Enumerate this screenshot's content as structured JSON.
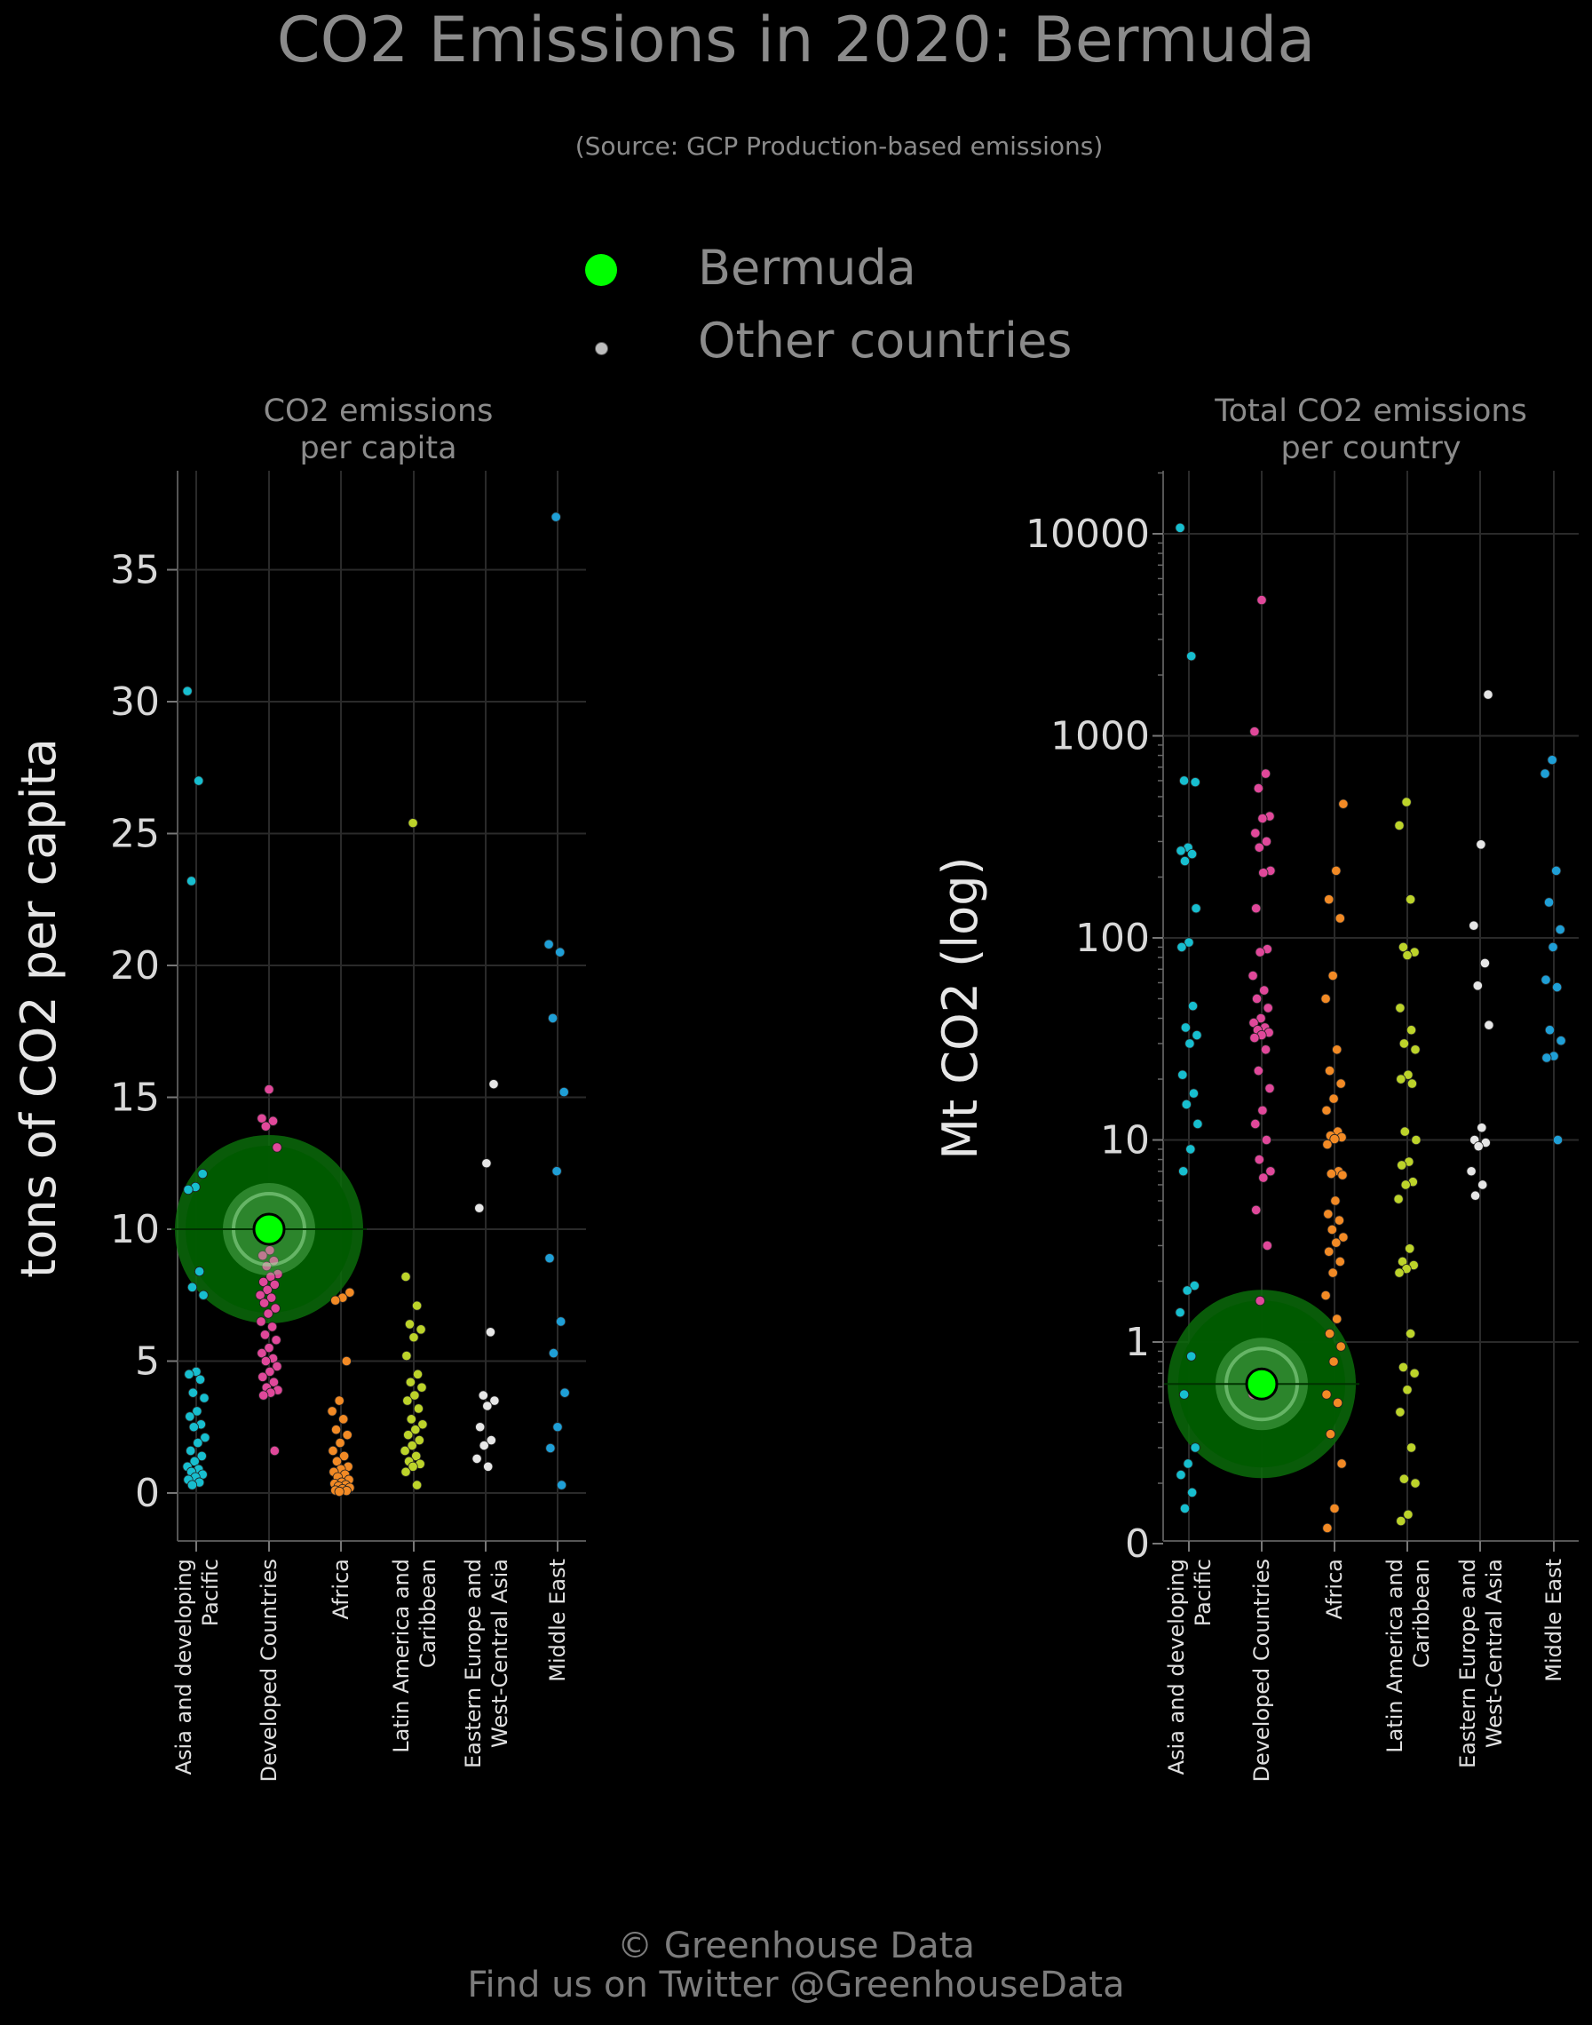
{
  "title": "CO2 Emissions in 2020: Bermuda",
  "subtitle": "(Source: GCP Production-based emissions)",
  "legend": {
    "highlight_label": "Bermuda",
    "others_label": "Other countries",
    "highlight_color": "#00ff00",
    "others_color": "#bdbdbd"
  },
  "footer": {
    "line1": "© Greenhouse Data",
    "line2": "Find us on Twitter @GreenhouseData"
  },
  "colors": {
    "Asia and developing Pacific": "#17becf",
    "Developed Countries": "#e0489a",
    "Africa": "#f28a25",
    "Latin America and Caribbean": "#bcd32a",
    "Eastern Europe and West-Central Asia": "#e6e6e6",
    "Middle East": "#1f9fd6"
  },
  "chart_data": [
    {
      "type": "scatter",
      "title": "CO2 emissions\nper capita",
      "ylabel": "tons of CO2 per capita",
      "ylim": [
        0,
        38
      ],
      "yticks": [
        0,
        5,
        10,
        15,
        20,
        25,
        30,
        35
      ],
      "scale": "linear",
      "grid": true,
      "categories": [
        "Asia and developing\nPacific",
        "Developed Countries",
        "Africa",
        "Latin America and\nCaribbean",
        "Eastern Europe and\nWest-Central Asia",
        "Middle East"
      ],
      "highlight": {
        "name": "Bermuda",
        "category": "Developed Countries",
        "value": 10.0
      },
      "series": [
        {
          "name": "Asia and developing Pacific",
          "values": [
            30.4,
            27.0,
            23.2,
            12.1,
            11.6,
            11.5,
            8.4,
            7.8,
            7.5,
            4.6,
            4.5,
            4.3,
            3.8,
            3.6,
            3.1,
            2.9,
            2.6,
            2.5,
            2.1,
            1.9,
            1.6,
            1.4,
            1.2,
            1.0,
            0.9,
            0.8,
            0.7,
            0.6,
            0.5,
            0.4,
            0.3
          ]
        },
        {
          "name": "Developed Countries",
          "values": [
            15.3,
            14.2,
            14.1,
            13.9,
            13.1,
            9.2,
            9.0,
            8.8,
            8.6,
            8.3,
            8.2,
            8.0,
            7.9,
            7.7,
            7.5,
            7.4,
            7.2,
            7.0,
            6.8,
            6.5,
            6.3,
            6.0,
            5.8,
            5.5,
            5.3,
            5.1,
            5.0,
            4.8,
            4.6,
            4.4,
            4.2,
            4.0,
            3.9,
            3.8,
            3.7,
            1.6
          ]
        },
        {
          "name": "Africa",
          "values": [
            7.6,
            7.4,
            7.3,
            5.0,
            3.5,
            3.1,
            2.8,
            2.4,
            2.2,
            1.9,
            1.6,
            1.4,
            1.2,
            1.0,
            0.9,
            0.8,
            0.7,
            0.6,
            0.5,
            0.4,
            0.35,
            0.3,
            0.25,
            0.2,
            0.15,
            0.1,
            0.08,
            0.05
          ]
        },
        {
          "name": "Latin America and Caribbean",
          "values": [
            25.4,
            8.2,
            7.1,
            6.4,
            6.2,
            5.9,
            5.2,
            4.5,
            4.2,
            4.0,
            3.7,
            3.5,
            3.2,
            2.8,
            2.6,
            2.4,
            2.2,
            2.0,
            1.8,
            1.6,
            1.4,
            1.2,
            1.1,
            1.0,
            0.8,
            0.3
          ]
        },
        {
          "name": "Eastern Europe and West-Central Asia",
          "values": [
            15.5,
            12.5,
            10.8,
            6.1,
            3.7,
            3.5,
            3.3,
            2.5,
            2.0,
            1.8,
            1.3,
            1.0
          ]
        },
        {
          "name": "Middle East",
          "values": [
            37.0,
            20.8,
            20.5,
            18.0,
            15.2,
            12.2,
            8.9,
            6.5,
            5.3,
            3.8,
            2.5,
            1.7,
            0.3
          ]
        }
      ]
    },
    {
      "type": "scatter",
      "title": "Total CO2 emissions\nper country",
      "ylabel": "Mt CO2 (log)",
      "ylim": [
        0.1,
        20000
      ],
      "yticks": [
        0,
        1,
        10,
        100,
        1000,
        10000
      ],
      "scale": "log",
      "grid": true,
      "categories": [
        "Asia and developing\nPacific",
        "Developed Countries",
        "Africa",
        "Latin America and\nCaribbean",
        "Eastern Europe and\nWest-Central Asia",
        "Middle East"
      ],
      "highlight": {
        "name": "Bermuda",
        "category": "Developed Countries",
        "value": 0.62
      },
      "series": [
        {
          "name": "Asia and developing Pacific",
          "values": [
            10700,
            2480,
            600,
            590,
            280,
            270,
            260,
            240,
            140,
            95,
            90,
            46,
            36,
            33,
            30,
            21,
            17,
            15,
            12,
            9,
            7,
            1.9,
            1.8,
            1.4,
            0.85,
            0.55,
            0.3,
            0.25,
            0.22,
            0.18,
            0.15
          ]
        },
        {
          "name": "Developed Countries",
          "values": [
            4700,
            1050,
            650,
            550,
            400,
            390,
            330,
            300,
            280,
            215,
            210,
            140,
            88,
            85,
            65,
            55,
            50,
            45,
            40,
            38,
            36,
            35,
            34,
            33,
            32,
            28,
            22,
            18,
            14,
            12,
            10,
            8,
            7,
            6.5,
            4.5,
            3,
            1.6,
            0.55
          ]
        },
        {
          "name": "Africa",
          "values": [
            460,
            215,
            155,
            125,
            65,
            50,
            28,
            22,
            19,
            16,
            14,
            11,
            10.5,
            10.3,
            10.1,
            9.5,
            7,
            6.8,
            6.7,
            5,
            4.3,
            4,
            3.6,
            3.3,
            3.1,
            2.8,
            2.5,
            2.2,
            1.7,
            1.3,
            1.1,
            0.95,
            0.8,
            0.55,
            0.5,
            0.35,
            0.25,
            0.15,
            0.12
          ]
        },
        {
          "name": "Latin America and Caribbean",
          "values": [
            470,
            360,
            155,
            90,
            85,
            82,
            45,
            35,
            30,
            28,
            21,
            20,
            19,
            11,
            10,
            7.8,
            7.5,
            6.2,
            6.0,
            5.1,
            2.9,
            2.5,
            2.4,
            2.3,
            2.2,
            1.1,
            0.75,
            0.7,
            0.58,
            0.45,
            0.3,
            0.21,
            0.2,
            0.14,
            0.13
          ]
        },
        {
          "name": "Eastern Europe and West-Central Asia",
          "values": [
            1600,
            290,
            115,
            75,
            58,
            37,
            11.5,
            10,
            9.7,
            9.3,
            7,
            6,
            5.3
          ]
        },
        {
          "name": "Middle East",
          "values": [
            760,
            650,
            215,
            150,
            110,
            90,
            62,
            57,
            35,
            31,
            26,
            25.5,
            10
          ]
        }
      ]
    }
  ]
}
